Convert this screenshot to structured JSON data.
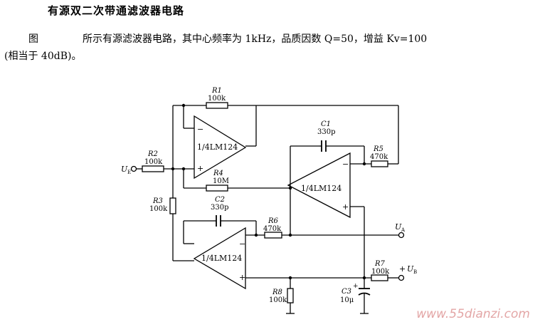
{
  "title": "有源双二次带通滤波器电路",
  "description": {
    "line1_lead": "图",
    "line1_text": "所示有源滤波器电路，其中心频率为 1kHz，品质因数 Q=50，增益 Kv=100",
    "line2_text": "(相当于 40dB)。"
  },
  "circuit": {
    "components": {
      "R1": {
        "name": "R1",
        "value": "100k"
      },
      "R2": {
        "name": "R2",
        "value": "100k"
      },
      "R3": {
        "name": "R3",
        "value": "100k"
      },
      "R4": {
        "name": "R4",
        "value": "10M"
      },
      "R5": {
        "name": "R5",
        "value": "470k"
      },
      "R6": {
        "name": "R6",
        "value": "470k"
      },
      "R7": {
        "name": "R7",
        "value": "100k"
      },
      "R8": {
        "name": "R8",
        "value": "100k"
      },
      "C1": {
        "name": "C1",
        "value": "330p"
      },
      "C2": {
        "name": "C2",
        "value": "330p"
      },
      "C3": {
        "name": "C3",
        "value": "10μ"
      }
    },
    "opamps": {
      "U1": "1/4LM124",
      "U2": "1/4LM124",
      "U3": "1/4LM124"
    },
    "terminals": {
      "input": "U",
      "input_sub": "E",
      "output_a": "U",
      "output_a_sub": "A",
      "output_b": "U",
      "output_b_sub": "B"
    },
    "signs": {
      "minus": "−",
      "plus": "+"
    }
  },
  "watermark": "www.55dianzi.com"
}
